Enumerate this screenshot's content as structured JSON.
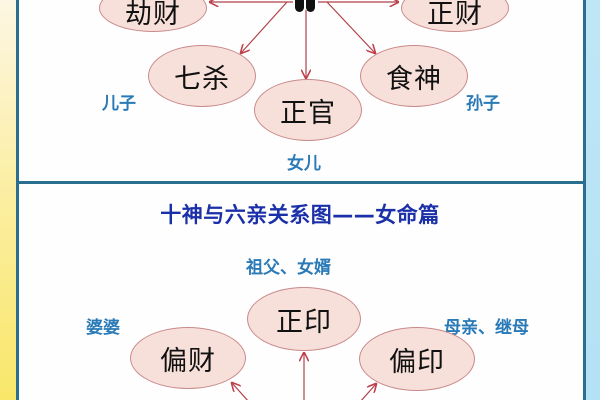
{
  "top_diagram": {
    "center_node_icon": "person-figure-icon",
    "nodes": [
      {
        "id": "jiecai",
        "label": "劫财"
      },
      {
        "id": "zhengcai",
        "label": "正财"
      },
      {
        "id": "qisha",
        "label": "七杀"
      },
      {
        "id": "zhengguan",
        "label": "正官"
      },
      {
        "id": "shishen",
        "label": "食神"
      }
    ],
    "relations": [
      {
        "node": "qisha",
        "label": "儿子"
      },
      {
        "node": "zhengguan",
        "label": "女儿"
      },
      {
        "node": "shishen",
        "label": "孙子"
      }
    ]
  },
  "bottom_diagram": {
    "title": "十神与六亲关系图——女命篇",
    "nodes": [
      {
        "id": "zhengyin",
        "label": "正印"
      },
      {
        "id": "piancai",
        "label": "偏财"
      },
      {
        "id": "pianyin",
        "label": "偏印"
      }
    ],
    "relations": [
      {
        "node": "zhengyin",
        "label": "祖父、女婿"
      },
      {
        "node": "piancai",
        "label": "婆婆"
      },
      {
        "node": "pianyin",
        "label": "母亲、继母"
      }
    ]
  },
  "colors": {
    "node_fill": "#f8e0da",
    "node_border": "#c98a8a",
    "arrow": "#b0404a",
    "relation_text": "#2a7ab8",
    "title_text": "#1a2fa8",
    "frame_border": "#2a6f8f"
  }
}
